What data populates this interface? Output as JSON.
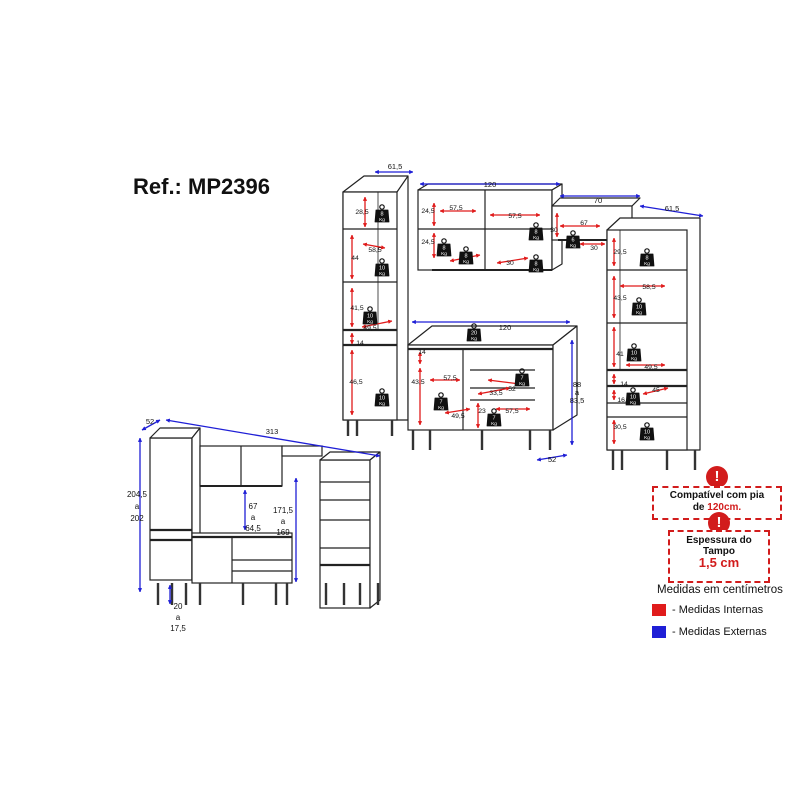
{
  "ref": "Ref.: MP2396",
  "notice_sink": {
    "line1": "Compatível com pia",
    "line2_prefix": "de ",
    "line2_value": "120cm."
  },
  "notice_counter": {
    "line1": "Espessura do",
    "line2": "Tampo",
    "value": "1,5 cm"
  },
  "warning_glyph": "!",
  "legend": {
    "title": "Medidas em centímetros",
    "items": [
      {
        "color": "#e01b1b",
        "label": "- Medidas Internas"
      },
      {
        "color": "#1f1fd6",
        "label": "- Medidas Externas"
      }
    ]
  },
  "colors": {
    "internal": "#e01b1b",
    "external": "#1f1fd6",
    "line": "#222222",
    "notice": "#d21c1c"
  },
  "weight_unit": "Kg",
  "external_dims": {
    "top_left_tower": "61,5",
    "top_upper_cabinet": "120",
    "top_middle_cabinet": "70",
    "top_right_tower": "61,5",
    "counter_width": "120",
    "counter_height": [
      "88",
      "a",
      "83,5"
    ],
    "counter_depth": "52",
    "small_depth": "52",
    "small_width": "313",
    "small_height": [
      "204,5",
      "a",
      "202"
    ],
    "small_leg": [
      "20",
      "a",
      "17,5"
    ],
    "small_gap": [
      "67",
      "a",
      "64,5"
    ],
    "small_tall": [
      "171,5",
      "a",
      "169"
    ]
  },
  "internal_dims": {
    "left_tower": [
      "28,5",
      "58,5",
      "44",
      "41,5",
      "49,5",
      "14",
      "46,5"
    ],
    "upper_cabinet": [
      "24,5",
      "57,5",
      "57,5",
      "24,5",
      "30",
      "30"
    ],
    "middle_cabinet": [
      "30",
      "67",
      "30"
    ],
    "right_tower": [
      "29,5",
      "58,5",
      "43,5",
      "41",
      "49,5",
      "14",
      "16,5",
      "45",
      "30,5"
    ],
    "counter": [
      "14",
      "43,5",
      "57,5",
      "33,5",
      "52",
      "49,5",
      "23",
      "57,5"
    ]
  },
  "weights": {
    "left_tower": [
      "8",
      "10",
      "10",
      "10"
    ],
    "upper_cabinet": [
      "8",
      "8",
      "8",
      "8"
    ],
    "middle_cabinet": [
      "6"
    ],
    "counter_top": [
      "20"
    ],
    "counter": [
      "7",
      "7",
      "7"
    ],
    "right_tower": [
      "8",
      "10",
      "10",
      "10",
      "10"
    ]
  }
}
